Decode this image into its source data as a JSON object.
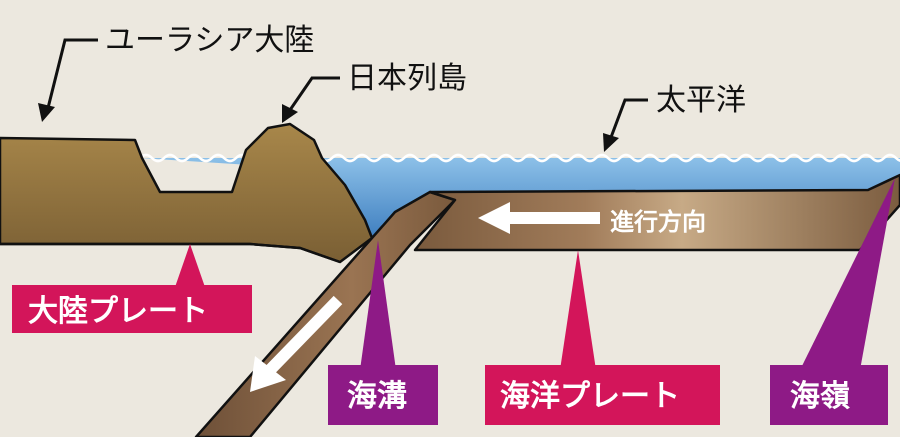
{
  "labels": {
    "eurasia": "ユーラシア大陸",
    "japan": "日本列島",
    "pacific": "太平洋",
    "direction": "進行方向",
    "continental_plate": "大陸プレート",
    "trench": "海溝",
    "oceanic_plate": "海洋プレート",
    "ridge": "海嶺"
  },
  "colors": {
    "background": "#ece8df",
    "land": "#9b7a3e",
    "sea": "#6fa8d6",
    "plate": "#8a6746",
    "label_red": "#d3155a",
    "label_purple": "#8e1a86",
    "arrow": "#ffffff",
    "text": "#111111"
  }
}
